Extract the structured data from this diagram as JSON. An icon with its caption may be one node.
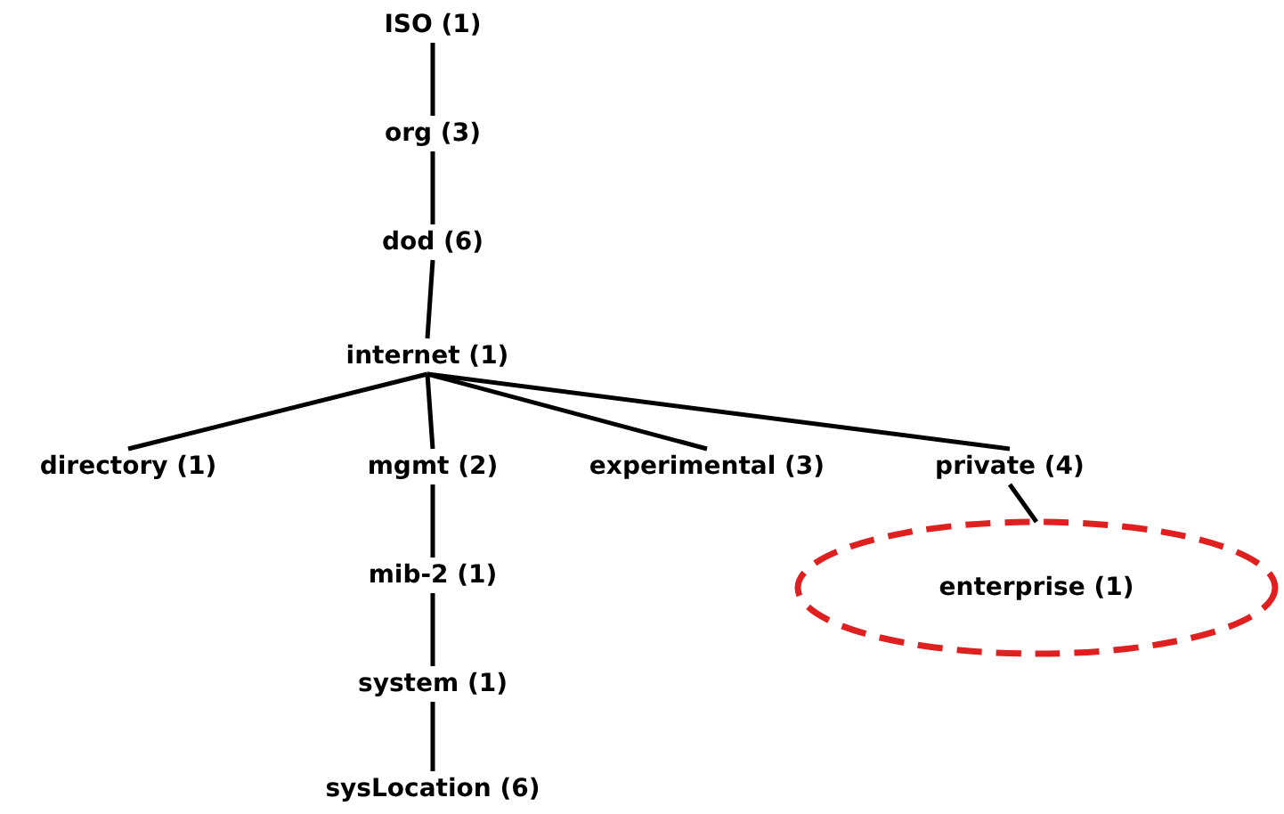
{
  "diagram": {
    "nodes": [
      {
        "text": [
          "ISO (1)"
        ]
      },
      {
        "text": [
          "org (3)"
        ]
      },
      {
        "text": [
          "dod (6)"
        ]
      },
      {
        "text": [
          "internet (1)"
        ]
      },
      {
        "text": [
          "directory (1)"
        ]
      },
      {
        "text": [
          "mgmt (2)"
        ]
      },
      {
        "text": [
          "experimental (3)"
        ]
      },
      {
        "text": [
          "private (4)"
        ]
      },
      {
        "text": [
          "mib-2 (1)"
        ]
      },
      {
        "text": [
          "enterprise (1)"
        ]
      },
      {
        "text": [
          "system (1)"
        ]
      },
      {
        "text": [
          "sysLocation (6)"
        ]
      }
    ],
    "edges": [
      {
        "from": 0,
        "to": 1,
        "arrow": "none"
      },
      {
        "from": 1,
        "to": 2,
        "arrow": "none"
      },
      {
        "from": 2,
        "to": 3,
        "arrow": "none"
      },
      {
        "from": 3,
        "to": 4,
        "arrow": "none"
      },
      {
        "from": 3,
        "to": 5,
        "arrow": "none"
      },
      {
        "from": 3,
        "to": 6,
        "arrow": "none"
      },
      {
        "from": 3,
        "to": 7,
        "arrow": "none"
      },
      {
        "from": 7,
        "to": 9,
        "arrow": "none"
      },
      {
        "from": 5,
        "to": 8,
        "arrow": "none"
      },
      {
        "from": 8,
        "to": 10,
        "arrow": "none"
      },
      {
        "from": 10,
        "to": 11,
        "arrow": "none"
      }
    ]
  }
}
